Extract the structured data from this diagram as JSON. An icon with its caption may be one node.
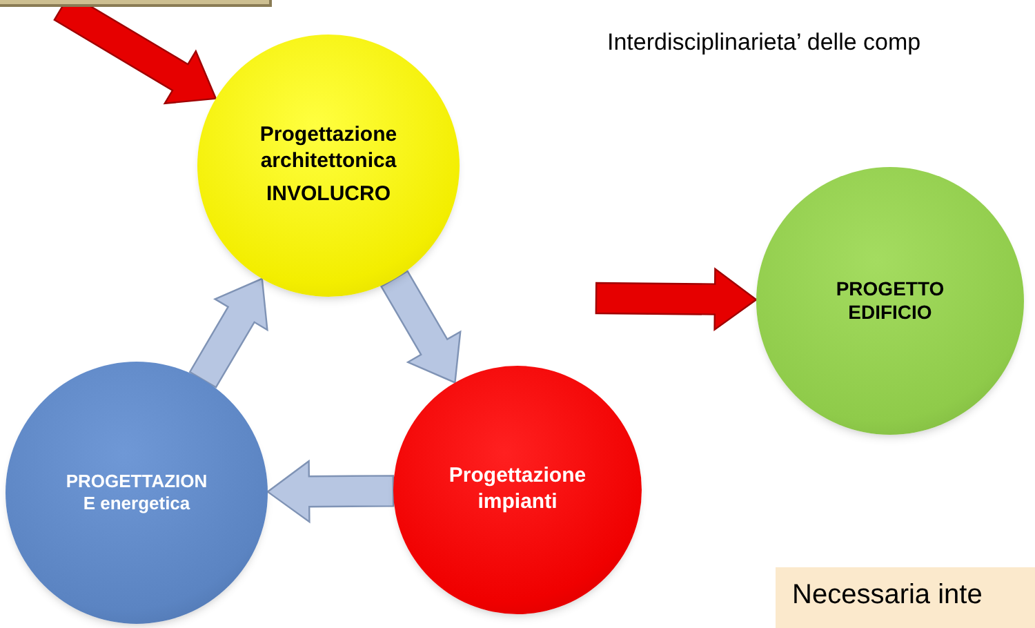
{
  "diagram": {
    "nodes": [
      {
        "text": [],
        "shape": "box"
      },
      {
        "text": [
          "Progettazione architettonica",
          "INVOLUCRO"
        ]
      },
      {
        "text": [
          "Progettazione impianti"
        ]
      },
      {
        "text": [
          "PROGETTAZION E energetica"
        ]
      },
      {
        "text": [
          "PROGETTO EDIFICIO"
        ]
      },
      {
        "text": [
          "Necessaria inte"
        ]
      }
    ],
    "edges": [
      {
        "from": 0,
        "to": 1,
        "arrow": "to",
        "style": "thick",
        "color": "#e60000"
      },
      {
        "from": 1,
        "to": 2,
        "arrow": "to",
        "style": "thick"
      },
      {
        "from": 2,
        "to": 3,
        "arrow": "to",
        "style": "thick"
      },
      {
        "from": 3,
        "to": 1,
        "arrow": "to",
        "style": "thick"
      },
      {
        "from": null,
        "to": 4,
        "arrow": "to",
        "style": "thick",
        "color": "#e60000"
      }
    ],
    "labels": [
      "Interdisciplinarieta’ delle comp"
    ]
  }
}
